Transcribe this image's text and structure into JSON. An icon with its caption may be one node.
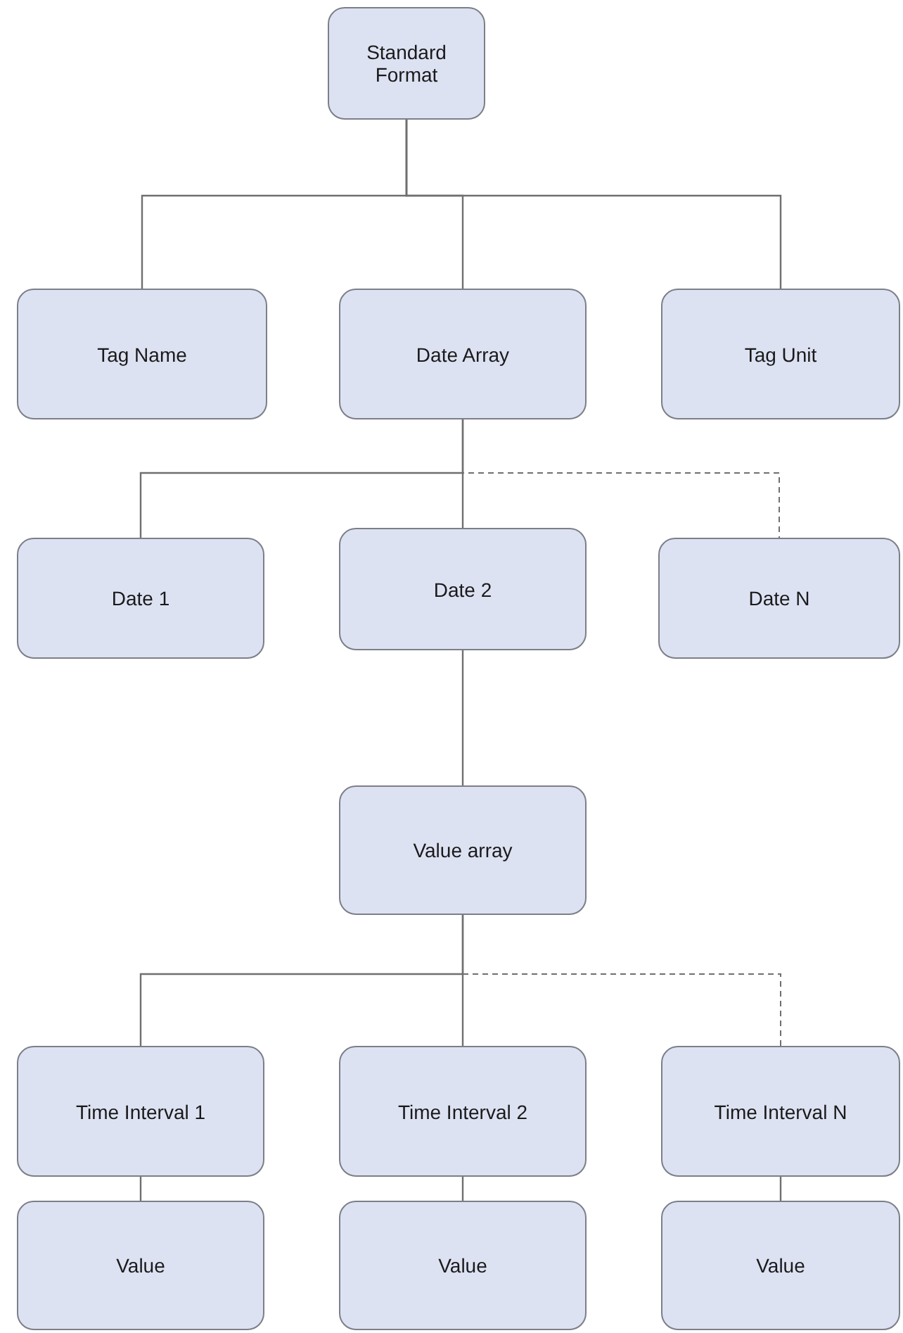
{
  "diagram": {
    "nodes": [
      {
        "text": [
          "Standard Format"
        ]
      },
      {
        "text": [
          "Tag Name"
        ]
      },
      {
        "text": [
          "Date Array"
        ]
      },
      {
        "text": [
          "Tag Unit"
        ]
      },
      {
        "text": [
          "Date 1"
        ]
      },
      {
        "text": [
          "Date 2"
        ]
      },
      {
        "text": [
          "Date N"
        ]
      },
      {
        "text": [
          "Value array"
        ]
      },
      {
        "text": [
          "Time Interval 1"
        ]
      },
      {
        "text": [
          "Time Interval 2"
        ]
      },
      {
        "text": [
          "Time Interval N"
        ]
      },
      {
        "text": [
          "Value"
        ]
      },
      {
        "text": [
          "Value"
        ]
      },
      {
        "text": [
          "Value"
        ]
      }
    ],
    "edges": [
      {
        "from": 0,
        "to": 1,
        "arrow": "none"
      },
      {
        "from": 0,
        "to": 2,
        "arrow": "none"
      },
      {
        "from": 0,
        "to": 3,
        "arrow": "none"
      },
      {
        "from": 2,
        "to": 4,
        "arrow": "none"
      },
      {
        "from": 2,
        "to": 5,
        "arrow": "none"
      },
      {
        "from": 2,
        "to": 6,
        "arrow": "none",
        "style": "dashed"
      },
      {
        "from": 5,
        "to": 7,
        "arrow": "none"
      },
      {
        "from": 7,
        "to": 8,
        "arrow": "none"
      },
      {
        "from": 7,
        "to": 9,
        "arrow": "none"
      },
      {
        "from": 7,
        "to": 10,
        "arrow": "none",
        "style": "dashed"
      },
      {
        "from": 8,
        "to": 11,
        "arrow": "none"
      },
      {
        "from": 9,
        "to": 12,
        "arrow": "none"
      },
      {
        "from": 10,
        "to": 13,
        "arrow": "none"
      }
    ]
  }
}
